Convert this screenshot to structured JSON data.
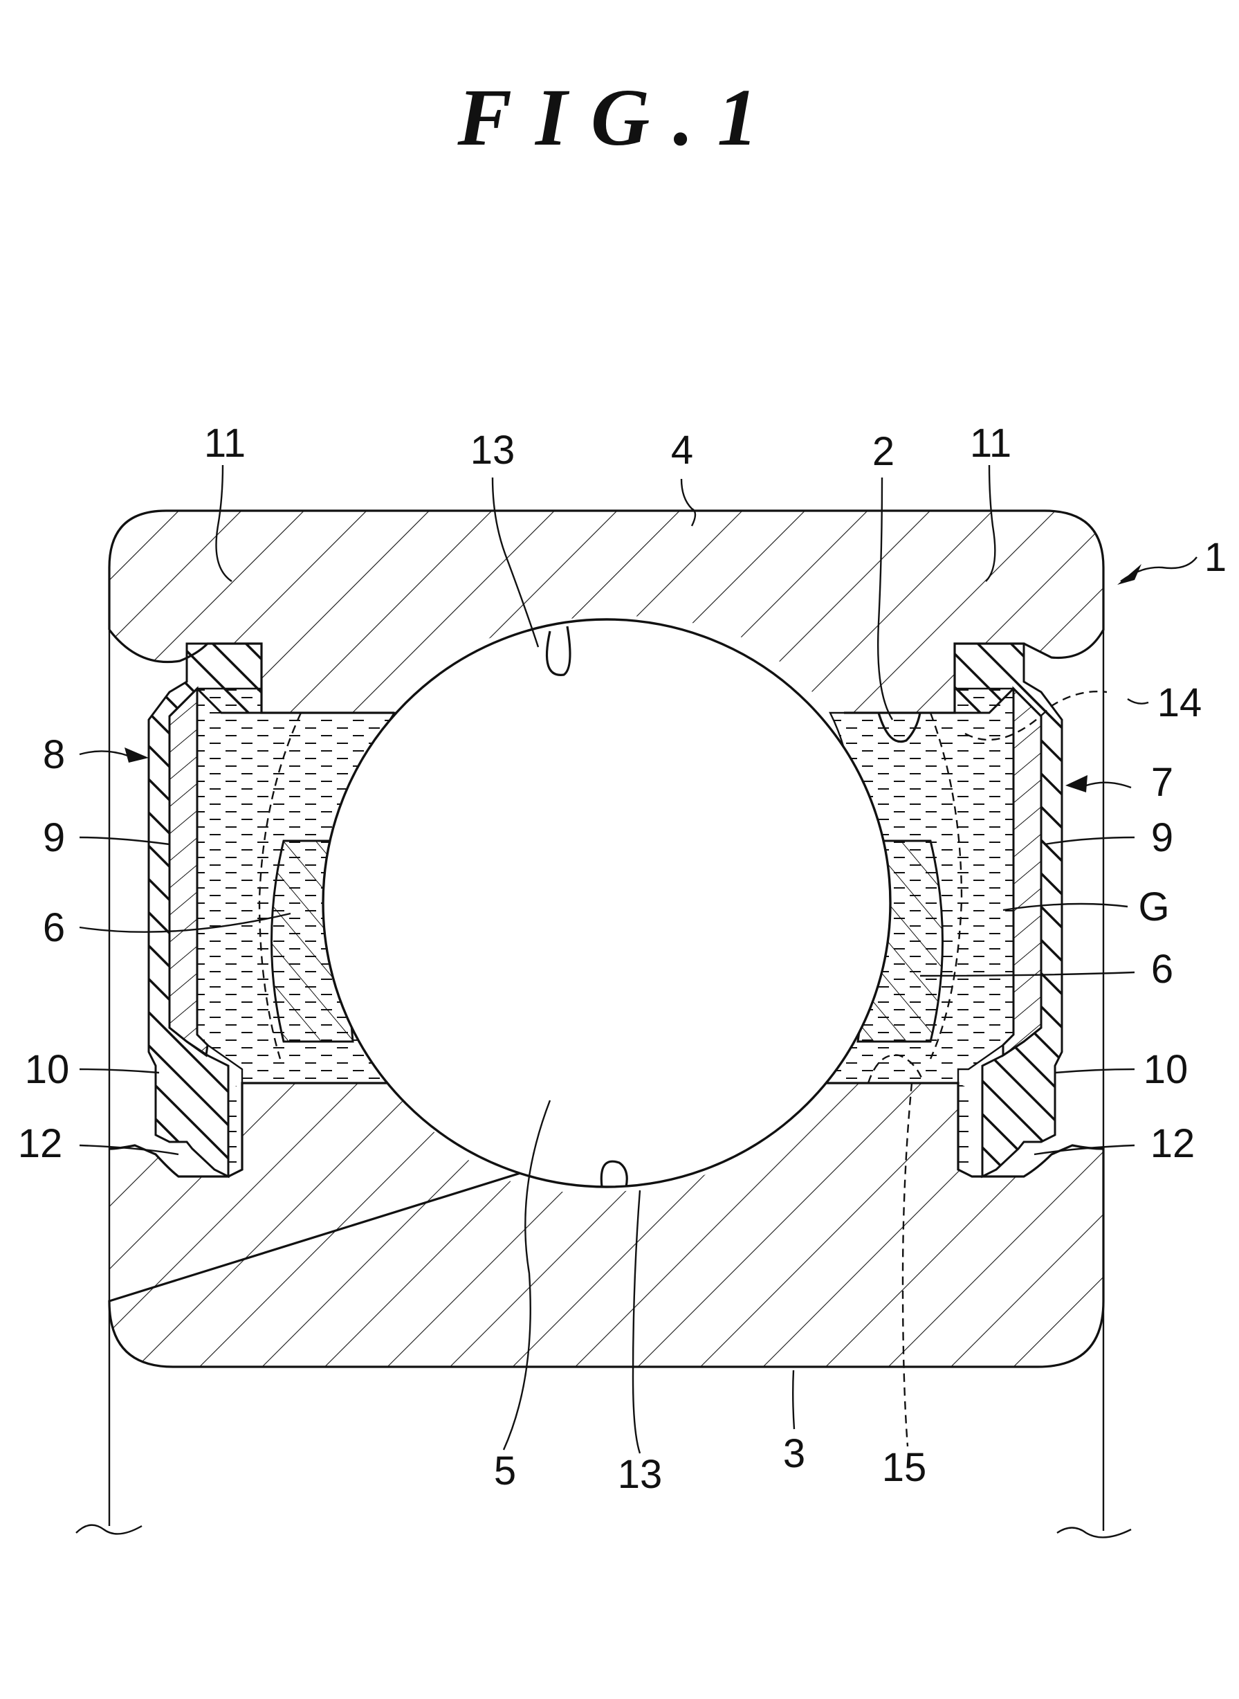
{
  "figure": {
    "title": "FIG.1"
  },
  "labels": {
    "r1": "1",
    "r2": "2",
    "r3": "3",
    "r4": "4",
    "r5": "5",
    "r6_left": "6",
    "r6_right": "6",
    "r7": "7",
    "r8": "8",
    "r9_left": "9",
    "r9_right": "9",
    "r10_left": "10",
    "r10_right": "10",
    "r11_left": "11",
    "r11_right": "11",
    "r12_left": "12",
    "r12_right": "12",
    "r13_top": "13",
    "r13_bottom": "13",
    "r14": "14",
    "r15": "15",
    "rG": "G"
  },
  "colors": {
    "line": "#111111",
    "background": "#ffffff"
  }
}
